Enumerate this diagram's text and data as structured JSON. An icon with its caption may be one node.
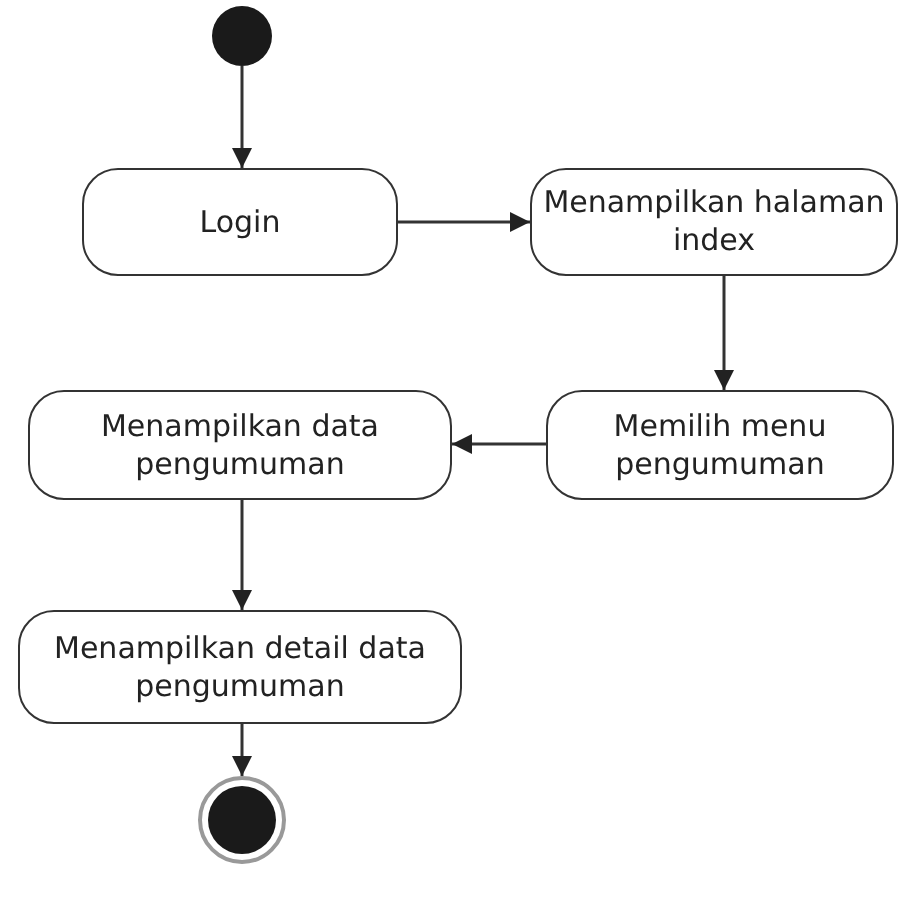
{
  "diagram": {
    "nodes": [
      {
        "text": [],
        "shape": "circle"
      },
      {
        "text": [
          "Login"
        ]
      },
      {
        "text": [
          "Menampilkan halaman index"
        ]
      },
      {
        "text": [
          "Memilih menu pengumuman"
        ]
      },
      {
        "text": [
          "Menampilkan data pengumuman"
        ]
      },
      {
        "text": [
          "Menampilkan detail data pengumuman"
        ]
      },
      {
        "text": [],
        "shape": "circle"
      }
    ],
    "edges": [
      {
        "from": 0,
        "to": 1,
        "arrow": "to"
      },
      {
        "from": 1,
        "to": 2,
        "arrow": "to"
      },
      {
        "from": 2,
        "to": 3,
        "arrow": "to"
      },
      {
        "from": 3,
        "to": 4,
        "arrow": "to"
      },
      {
        "from": 4,
        "to": 5,
        "arrow": "to"
      },
      {
        "from": 5,
        "to": 6,
        "arrow": "to"
      }
    ]
  }
}
